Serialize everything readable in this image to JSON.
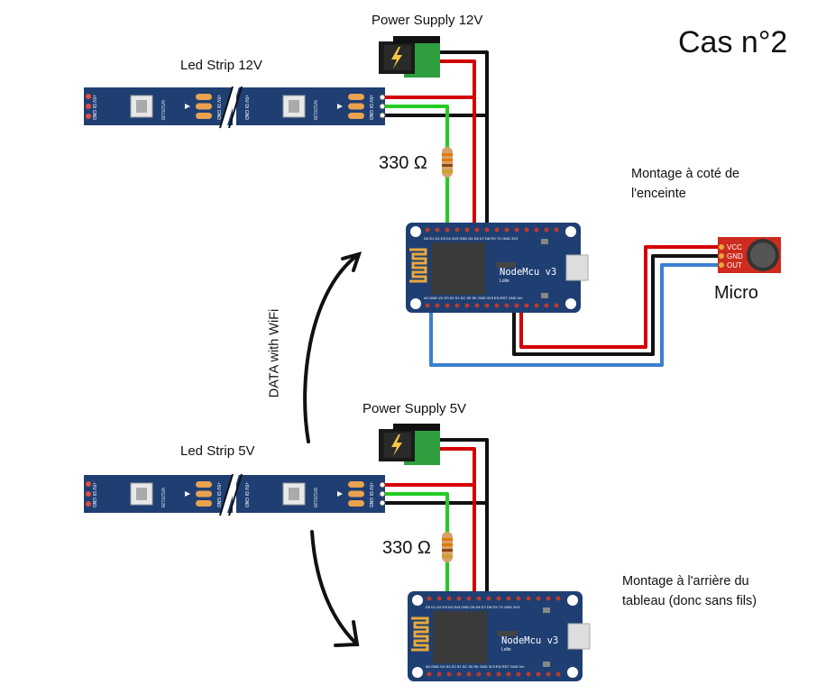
{
  "title": "Cas n°2",
  "top": {
    "power_supply_label": "Power Supply 12V",
    "led_strip_label": "Led Strip 12V",
    "resistor_label": "330 Ω",
    "note_line1": "Montage à coté de",
    "note_line2": "l'enceinte",
    "micro_label": "Micro"
  },
  "bottom": {
    "power_supply_label": "Power Supply 5V",
    "led_strip_label": "Led Strip 5V",
    "resistor_label": "330 Ω",
    "note_line1": "Montage à l'arrière du",
    "note_line2": "tableau (donc sans fils)"
  },
  "wifi_label": "DATA with WiFi",
  "nodemcu": {
    "name": "NodeMcu v3",
    "vendor": "Lolin"
  },
  "strip": {
    "pin_labels": [
      "+5V",
      "DI",
      "GND"
    ],
    "chip_label": "WS2812B"
  },
  "mic": {
    "pins": [
      "VCC",
      "GND",
      "OUT"
    ]
  },
  "colors": {
    "wire_red": "#d40000",
    "wire_black": "#111111",
    "wire_green": "#22cc22",
    "wire_blue": "#3a7fd0",
    "board_blue": "#1f3f73",
    "psu_green": "#2f9e3f",
    "mic_red": "#cc2b1d"
  }
}
